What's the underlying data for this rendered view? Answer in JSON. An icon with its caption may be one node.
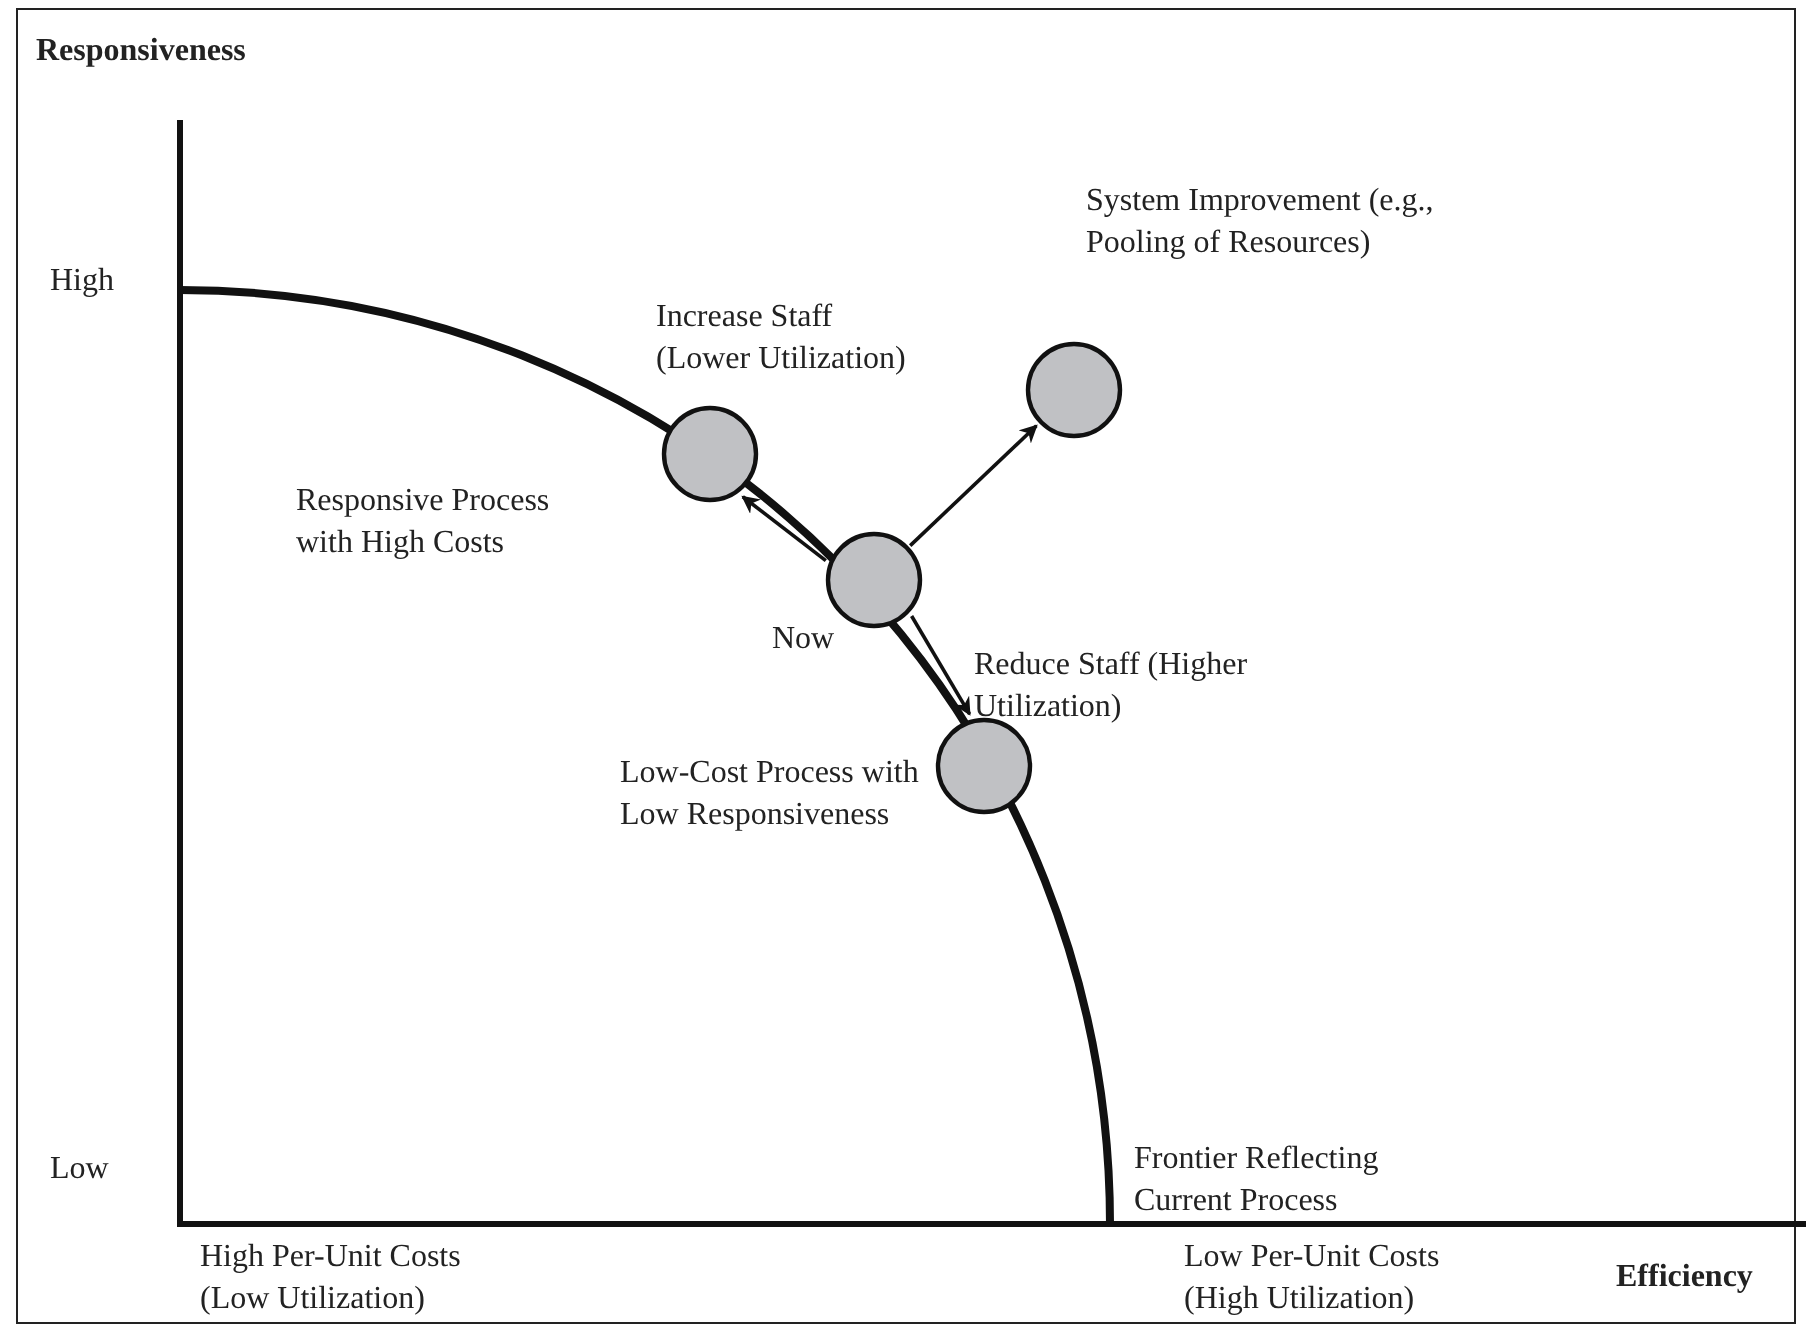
{
  "diagram": {
    "nodes": [
      {
        "text": [],
        "shape": "circle"
      },
      {
        "text": [],
        "shape": "circle"
      },
      {
        "text": [],
        "shape": "circle"
      },
      {
        "text": [],
        "shape": "circle"
      }
    ],
    "edges": [
      {
        "from": 2,
        "to": 0,
        "arrow": "to"
      },
      {
        "from": 2,
        "to": 1,
        "arrow": "to"
      },
      {
        "from": 2,
        "to": 3,
        "arrow": "to"
      }
    ],
    "labels": [
      "Responsiveness",
      "System Improvement (e.g., Pooling of Resources)",
      "High",
      "Increase Staff (Lower Utilization)",
      "Responsive Process with High Costs",
      "Now",
      "Reduce Staff (Higher Utilization)",
      "Low-Cost Process with Low Responsiveness",
      "Low",
      "Frontier Reflecting Current Process",
      "High Per-Unit Costs (Low Utilization)",
      "Low Per-Unit Costs (High Utilization)",
      "Efficiency"
    ]
  }
}
